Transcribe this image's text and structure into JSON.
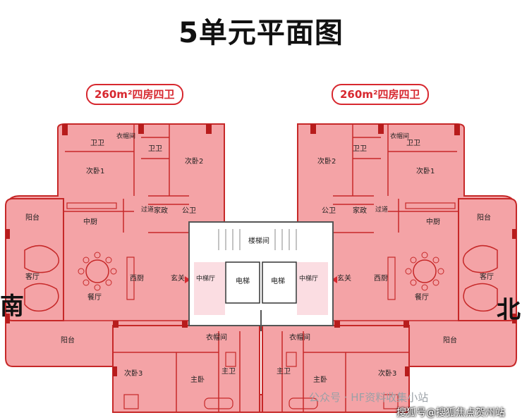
{
  "title": "5单元平面图",
  "unit_left": {
    "badge": "260m²四房四卫"
  },
  "unit_right": {
    "badge": "260m²四房四卫"
  },
  "directions": {
    "south": "南",
    "north": "北"
  },
  "rooms_left": {
    "bath_a": "卫卫",
    "closet": "衣帽间",
    "bath_b": "卫卫",
    "bedroom2": "次卧2",
    "bedroom1": "次卧1",
    "family": "家政",
    "bath_c": "公卫",
    "corridor": "过道",
    "balcony_top": "阳台",
    "kitchen_cn": "中厨",
    "living": "客厅",
    "dining": "餐厅",
    "kitchen_west": "西厨",
    "entrance": "玄关",
    "balcony_bottom": "阳台",
    "bedroom3": "次卧3",
    "walkin": "衣帽间",
    "master": "主卧",
    "master_bath": "主卫"
  },
  "rooms_right": {
    "bath_a": "卫卫",
    "closet": "衣帽间",
    "bath_b": "卫卫",
    "bedroom2": "次卧2",
    "bedroom1": "次卧1",
    "family": "家政",
    "bath_c": "公卫",
    "corridor": "过道",
    "balcony_top": "阳台",
    "kitchen_cn": "中厨",
    "living": "客厅",
    "dining": "餐厅",
    "kitchen_west": "西厨",
    "entrance": "玄关",
    "balcony_bottom": "阳台",
    "bedroom3": "次卧3",
    "walkin": "衣帽间",
    "master": "主卧",
    "master_bath": "主卫"
  },
  "core": {
    "stairs": "楼梯间",
    "elevator1": "电梯",
    "elevator2": "电梯",
    "lobby_left": "中梯厅",
    "lobby_right": "中梯厅"
  },
  "watermark": {
    "wechat": "公众号 · HF资料收集小站",
    "sohu": "搜狐号@搜狐焦点贺州站"
  },
  "colors": {
    "fill": "#f4a3a6",
    "wall": "#c62828",
    "accent": "#d7282f",
    "core_bg": "#ffffff",
    "lobby_bg": "#fbdde2"
  }
}
